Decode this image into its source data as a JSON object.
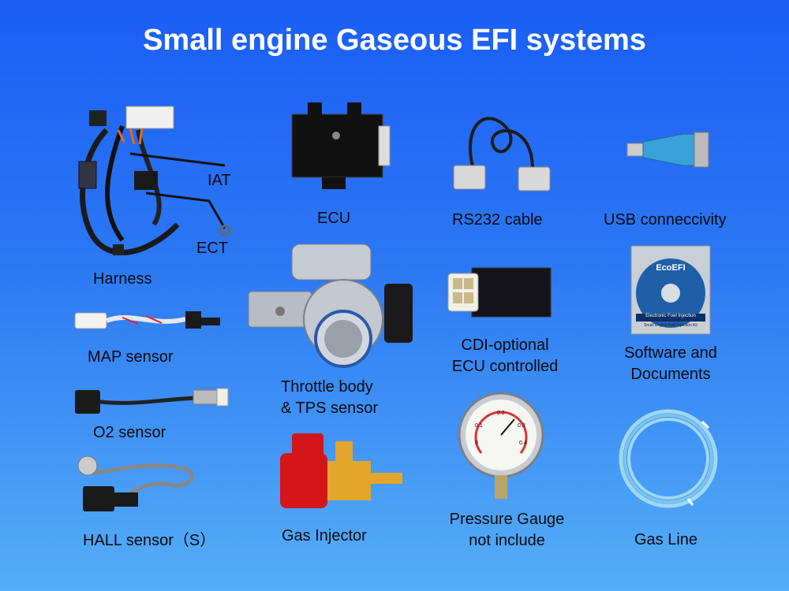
{
  "title": "Small engine Gaseous EFI systems",
  "labels": {
    "iat": "IAT",
    "ect": "ECT",
    "harness": "Harness",
    "ecu": "ECU",
    "rs232": "RS232 cable",
    "usb": "USB conneccivity",
    "map": "MAP sensor",
    "throttle_1": "Throttle body",
    "throttle_2": "& TPS sensor",
    "cdi_1": "CDI-optional",
    "cdi_2": "ECU controlled",
    "software_1": "Software and",
    "software_2": "Documents",
    "o2": "O2 sensor",
    "hall": "HALL sensor（S）",
    "injector": "Gas Injector",
    "gauge_1": "Pressure Gauge",
    "gauge_2": "not include",
    "gasline": "Gas Line"
  },
  "cd": {
    "brand": "EcoEFI",
    "caption": "Electronic Fuel Injection",
    "subcaption": "Small Engine Fuel Injection Kit"
  },
  "gauge": {
    "ticks": [
      "0",
      "0.1",
      "0.2",
      "0.3",
      "0.4"
    ]
  },
  "colors": {
    "bg_top": "#1b5df5",
    "bg_bottom": "#55aef7",
    "title": "#ffffff",
    "text": "#0a0a0a"
  }
}
